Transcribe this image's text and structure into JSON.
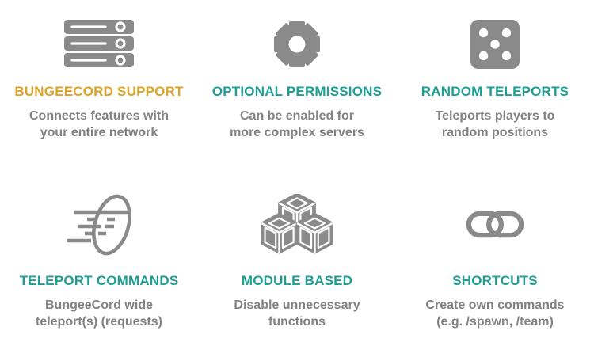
{
  "colors": {
    "accent_gold": "#DAA42B",
    "accent_teal": "#1E9E94",
    "icon_gray": "#8A8A8A",
    "body_text_gray": "#828282",
    "background": "#FFFFFF"
  },
  "features": [
    {
      "icon": "server-icon",
      "title": "BUNGEECORD SUPPORT",
      "description_lines": [
        "Connects features with",
        "your entire network"
      ]
    },
    {
      "icon": "gear-icon",
      "title": "OPTIONAL PERMISSIONS",
      "description_lines": [
        "Can be enabled for",
        "more complex servers"
      ]
    },
    {
      "icon": "dice-icon",
      "title": "RANDOM TELEPORTS",
      "description_lines": [
        "Teleports players to",
        "random positions"
      ]
    },
    {
      "icon": "teleport-speed-icon",
      "title": "TELEPORT COMMANDS",
      "description_lines": [
        "BungeeCord wide",
        "teleport(s) (requests)"
      ]
    },
    {
      "icon": "cubes-icon",
      "title": "MODULE BASED",
      "description_lines": [
        "Disable unnecessary",
        "functions"
      ]
    },
    {
      "icon": "chain-link-icon",
      "title": "SHORTCUTS",
      "description_lines": [
        "Create own commands",
        "(e.g. /spawn, /team)"
      ]
    }
  ]
}
